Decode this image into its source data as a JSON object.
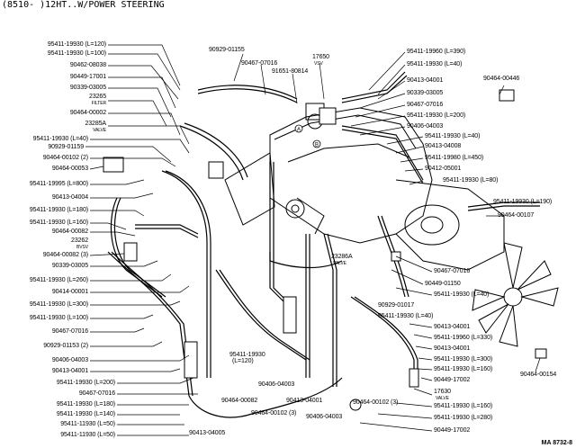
{
  "header": "(8510-        )12HT..W/POWER STEERING",
  "ref_code": "MA 8732-8",
  "left_labels": [
    "95411-19930 (L=120)",
    "95411-19930 (L=100)",
    "90462-08038",
    "90449-17001",
    "90339-03005",
    "23265",
    "FILTER",
    "90464-00002",
    "23285A",
    "VALVE",
    "95411-19930 (L=40)",
    "90929-01159",
    "90464-00102 (2)",
    "90464-00053",
    "95411-19995 (L=800)",
    "90413-04004",
    "95411-19930 (L=180)",
    "95411-19930 (L=160)",
    "90464-00082",
    "23262",
    "BVSV",
    "90464-00082 (3)",
    "90339-03005",
    "95411-19930 (L=260)",
    "90414-00001",
    "95411-19930 (L=300)",
    "95411-19930 (L=100)",
    "90467-07016",
    "90929-01153 (2)",
    "90406-04003",
    "90413-04001",
    "95411-19930 (L=200)",
    "90467-07016",
    "95411-19930 (L=180)",
    "95411-19930 (L=140)",
    "95411-11930 (L=50)",
    "95411-11930 (L=50)"
  ],
  "top_labels": [
    "90929-01155",
    "90467-07016",
    "91651-80814",
    "17650",
    "VSV"
  ],
  "right_labels": [
    "95411-19960 (L=390)",
    "95411-19930 (L=40)",
    "90464-00446",
    "90413-04001",
    "90339-03005",
    "90467-07016",
    "95411-19930 (L=200)",
    "90406-04003",
    "95411-19930 (L=40)",
    "90413-04008",
    "95411-19980 (L=450)",
    "90412-05001",
    "95411-19930 (L=80)",
    "95411-19930 (L=190)",
    "90464-00107",
    "90467-07016",
    "90449-01150",
    "95411-19930 (L=40)",
    "90413-04001",
    "95411-19960 (L=330)",
    "90413-04001",
    "95411-19930 (L=300)",
    "95411-19930 (L=160)",
    "90464-00154",
    "90449-17002",
    "17630",
    "VALVE",
    "95411-19930 (L=160)",
    "95411-19930 (L=280)",
    "90449-17002"
  ],
  "center_labels": [
    "23286A",
    "VALVE",
    "90929-01017",
    "95411-19930 (L=40)",
    "95411-19930",
    "(L=120)",
    "90464-00082",
    "90406-04003",
    "90413-04001",
    "90464-00102 (3)",
    "90406-04003",
    "90464-00102 (3)",
    "90413-04005"
  ],
  "markers": [
    "A",
    "B"
  ]
}
